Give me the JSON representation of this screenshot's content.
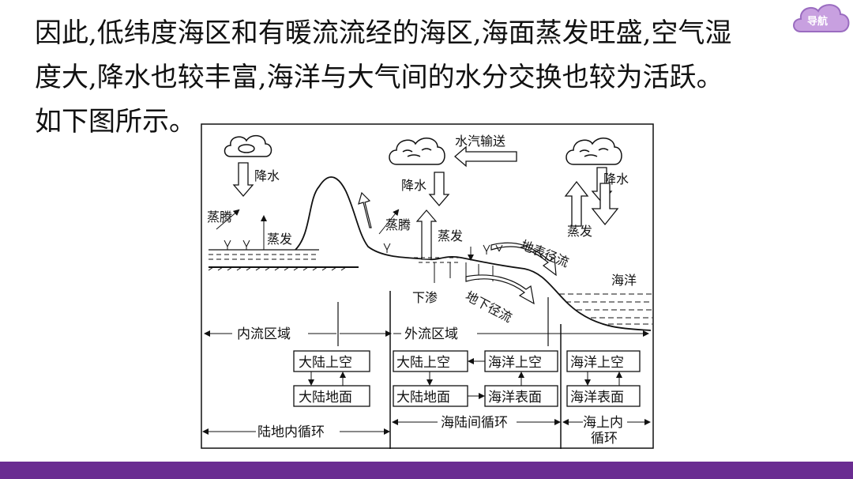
{
  "paragraph": {
    "line1": "因此,低纬度海区和有暖流流经的海区,海面蒸发旺盛,空气湿",
    "line2": "度大,降水也较丰富,海洋与大气间的水分交换也较为活跃。",
    "line3": "如下图所示。"
  },
  "nav": {
    "label": "导航",
    "color": "#c8a0e0"
  },
  "diagram": {
    "precip_left": "降水",
    "precip_mid": "降水",
    "precip_right": "降水",
    "vapor_transport": "水汽输送",
    "transpiration_left": "蒸腾",
    "evaporation_left": "蒸发",
    "transpiration_mid": "蒸腾",
    "evaporation_mid": "蒸发",
    "evaporation_right": "蒸发",
    "surface_runoff": "地表径流",
    "ocean": "海洋",
    "infiltration": "下渗",
    "groundwater_runoff": "地下径流",
    "inland_region": "内流区域",
    "outflow_region": "外流区域",
    "box_continent_air_1": "大陆上空",
    "box_continent_ground_1": "大陆地面",
    "box_continent_air_2": "大陆上空",
    "box_ocean_air_2": "海洋上空",
    "box_continent_ground_2": "大陆地面",
    "box_ocean_surface_2": "海洋表面",
    "box_ocean_air_3": "海洋上空",
    "box_ocean_surface_3": "海洋表面",
    "cycle_land": "陆地内循环",
    "cycle_sea_land": "海陆间循环",
    "cycle_ocean_1": "海上内",
    "cycle_ocean_2": "循环"
  },
  "footer": {
    "color": "#6a2c91"
  }
}
